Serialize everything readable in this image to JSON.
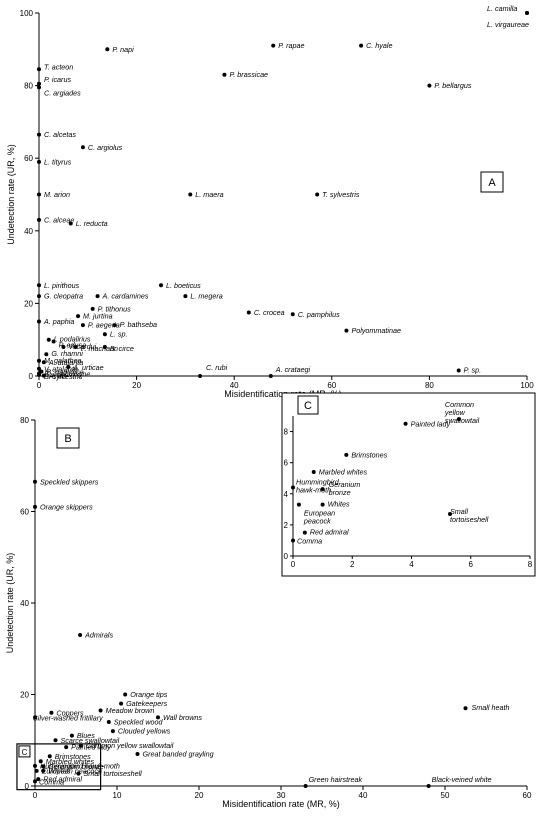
{
  "chart_data": [
    {
      "type": "scatter",
      "panel": "A",
      "xlabel": "Misidentification rate (MR, %)",
      "ylabel": "Undetection rate (UR, %)",
      "xlim": [
        0,
        100
      ],
      "ylim": [
        0,
        100
      ],
      "xticks": [
        0,
        20,
        40,
        60,
        80,
        100
      ],
      "yticks": [
        0,
        20,
        40,
        60,
        80,
        100
      ],
      "points": [
        {
          "label": "L. camilla",
          "x": 100,
          "y": 100
        },
        {
          "label": "L. virgaureae",
          "x": 100,
          "y": 100
        },
        {
          "label": "P. napi",
          "x": 14,
          "y": 90
        },
        {
          "label": "P. rapae",
          "x": 48,
          "y": 91
        },
        {
          "label": "C. hyale",
          "x": 66,
          "y": 91
        },
        {
          "label": "P. brassicae",
          "x": 38,
          "y": 83
        },
        {
          "label": "P. bellargus",
          "x": 80,
          "y": 80
        },
        {
          "label": "T. acteon",
          "x": 0,
          "y": 84.5
        },
        {
          "label": "P. icarus",
          "x": 0,
          "y": 80.5
        },
        {
          "label": "C. argiades",
          "x": 0,
          "y": 79.5
        },
        {
          "label": "C. alcetas",
          "x": 0,
          "y": 66.5
        },
        {
          "label": "C. argiolus",
          "x": 9,
          "y": 63
        },
        {
          "label": "L. tityrus",
          "x": 0,
          "y": 59
        },
        {
          "label": "M. arion",
          "x": 0,
          "y": 50
        },
        {
          "label": "L. maera",
          "x": 31,
          "y": 50
        },
        {
          "label": "T. sylvestris",
          "x": 57,
          "y": 50
        },
        {
          "label": "C. alceae",
          "x": 0,
          "y": 43
        },
        {
          "label": "L. reducta",
          "x": 6.5,
          "y": 42
        },
        {
          "label": "L. pirithous",
          "x": 0,
          "y": 25
        },
        {
          "label": "L. boeticus",
          "x": 25,
          "y": 25
        },
        {
          "label": "G. cleopatra",
          "x": 0,
          "y": 22
        },
        {
          "label": "A. cardamines",
          "x": 12,
          "y": 22
        },
        {
          "label": "L. megera",
          "x": 30,
          "y": 22
        },
        {
          "label": "P. tithonus",
          "x": 11,
          "y": 18.5
        },
        {
          "label": "C. crocea",
          "x": 43,
          "y": 17.5
        },
        {
          "label": "C. pamphilus",
          "x": 52,
          "y": 17
        },
        {
          "label": "M. jurtina",
          "x": 8,
          "y": 16.5
        },
        {
          "label": "A. paphia",
          "x": 0,
          "y": 15
        },
        {
          "label": "P. aegeria",
          "x": 9,
          "y": 14
        },
        {
          "label": "P. bathseba",
          "x": 15.5,
          "y": 14
        },
        {
          "label": "L. sp.",
          "x": 13.5,
          "y": 11.5
        },
        {
          "label": "Polyommatinae",
          "x": 63,
          "y": 12.5
        },
        {
          "label": "I. podalirius",
          "x": 2,
          "y": 10
        },
        {
          "label": "P. edusa",
          "x": 3,
          "y": 9.5
        },
        {
          "label": "V. cardui",
          "x": 5,
          "y": 8
        },
        {
          "label": "P. machaon",
          "x": 7.5,
          "y": 8
        },
        {
          "label": "B. circe",
          "x": 13.5,
          "y": 8
        },
        {
          "label": "G. rhamni",
          "x": 1.5,
          "y": 6
        },
        {
          "label": "M. galathea",
          "x": 0,
          "y": 4.2
        },
        {
          "label": "A. atalanta",
          "x": 1,
          "y": 3.8
        },
        {
          "label": "A. urticae",
          "x": 6,
          "y": 2.5
        },
        {
          "label": "V. atalanta",
          "x": 0,
          "y": 2
        },
        {
          "label": "B. daplidice",
          "x": 0.5,
          "y": 1.2
        },
        {
          "label": "B. euphrosyne",
          "x": 0,
          "y": 0.7
        },
        {
          "label": "B. sylvestris",
          "x": 0,
          "y": 0.3
        },
        {
          "label": "A. iris",
          "x": 1,
          "y": 0.1
        },
        {
          "label": "C. rubi",
          "x": 33,
          "y": 0
        },
        {
          "label": "A. crataegi",
          "x": 47.5,
          "y": 0
        },
        {
          "label": "P. sp.",
          "x": 86,
          "y": 1.5
        }
      ]
    },
    {
      "type": "scatter",
      "panel": "B",
      "xlabel": "Misidentification rate (MR, %)",
      "ylabel": "Undetection rate (UR, %)",
      "xlim": [
        0,
        60
      ],
      "ylim": [
        0,
        80
      ],
      "xticks": [
        0,
        10,
        20,
        30,
        40,
        50,
        60
      ],
      "yticks": [
        0,
        20,
        40,
        60,
        80
      ],
      "points": [
        {
          "label": "Speckled skippers",
          "x": 0,
          "y": 66.5
        },
        {
          "label": "Orange skippers",
          "x": 0,
          "y": 61
        },
        {
          "label": "Admirals",
          "x": 5.5,
          "y": 33
        },
        {
          "label": "Orange tips",
          "x": 11,
          "y": 20
        },
        {
          "label": "Gatekeepers",
          "x": 10.5,
          "y": 18
        },
        {
          "label": "Small heath",
          "x": 52.5,
          "y": 17
        },
        {
          "label": "Coppers",
          "x": 2,
          "y": 16
        },
        {
          "label": "Meadow brown",
          "x": 8,
          "y": 16.5
        },
        {
          "label": "Silver-washed fritillary",
          "x": 0,
          "y": 15
        },
        {
          "label": "Wall browns",
          "x": 15,
          "y": 15
        },
        {
          "label": "Speckled wood",
          "x": 9,
          "y": 14
        },
        {
          "label": "Clouded yellows",
          "x": 9.5,
          "y": 12
        },
        {
          "label": "Blues",
          "x": 4.5,
          "y": 11
        },
        {
          "label": "Scarce swallowtail",
          "x": 2.5,
          "y": 10
        },
        {
          "label": "Painted lady",
          "x": 3.8,
          "y": 8.5
        },
        {
          "label": "Common yellow swallowtail",
          "x": 5.6,
          "y": 8.8
        },
        {
          "label": "Great banded grayling",
          "x": 12.5,
          "y": 7
        },
        {
          "label": "Brimstones",
          "x": 1.8,
          "y": 6.5
        },
        {
          "label": "Marbled whites",
          "x": 0.7,
          "y": 5.4
        },
        {
          "label": "Hummingbird hawk-moth",
          "x": 0,
          "y": 4.4
        },
        {
          "label": "Geranium bronze",
          "x": 1,
          "y": 4.3
        },
        {
          "label": "European peacock",
          "x": 0.2,
          "y": 3.3
        },
        {
          "label": "Whites",
          "x": 1,
          "y": 3.3
        },
        {
          "label": "Small tortoiseshell",
          "x": 5.3,
          "y": 2.7
        },
        {
          "label": "Red admiral",
          "x": 0.4,
          "y": 1.5
        },
        {
          "label": "Comma",
          "x": 0,
          "y": 1
        },
        {
          "label": "Green hairstreak",
          "x": 33,
          "y": 0
        },
        {
          "label": "Black-veined white",
          "x": 48,
          "y": 0
        }
      ]
    },
    {
      "type": "scatter",
      "panel": "C",
      "xlim": [
        0,
        8
      ],
      "ylim": [
        0,
        9
      ],
      "xticks": [
        0,
        2,
        4,
        6,
        8
      ],
      "yticks": [
        0,
        2,
        4,
        6,
        8
      ],
      "points": [
        {
          "label": "Painted lady",
          "x": 3.8,
          "y": 8.5
        },
        {
          "label": "Common yellow swallowtail",
          "x": 5.6,
          "y": 8.8
        },
        {
          "label": "Brimstones",
          "x": 1.8,
          "y": 6.5
        },
        {
          "label": "Marbled whites",
          "x": 0.7,
          "y": 5.4
        },
        {
          "label": "Hummingbird hawk-moth",
          "x": 0,
          "y": 4.4
        },
        {
          "label": "Geranium bronze",
          "x": 1,
          "y": 4.3
        },
        {
          "label": "European peacock",
          "x": 0.2,
          "y": 3.3
        },
        {
          "label": "Whites",
          "x": 1,
          "y": 3.3
        },
        {
          "label": "Small tortoiseshell",
          "x": 5.3,
          "y": 2.7
        },
        {
          "label": "Red admiral",
          "x": 0.4,
          "y": 1.5
        },
        {
          "label": "Comma",
          "x": 0,
          "y": 1
        }
      ]
    }
  ]
}
